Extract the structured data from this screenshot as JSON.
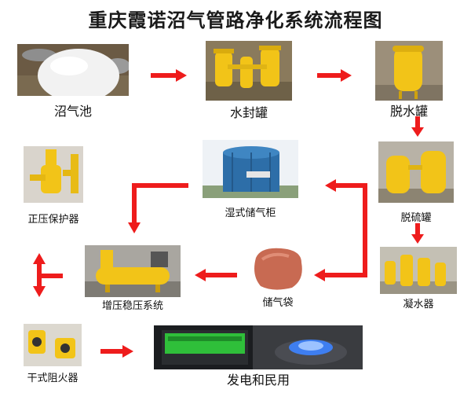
{
  "title": "重庆霞诺沼气管路净化系统流程图",
  "nodes": {
    "biogas_pit": "沼气池",
    "water_seal_tank": "水封罐",
    "dewater_tank": "脱水罐",
    "desulfur_tank": "脱硫罐",
    "condenser": "凝水器",
    "gas_bag": "储气袋",
    "wet_gas_holder": "湿式储气柜",
    "pressure_system": "增压稳压系统",
    "pressure_protector": "正压保护器",
    "dry_flame_arrester": "干式阻火器",
    "power_civil_use": "发电和民用"
  },
  "colors": {
    "arrow": "#ee1c1c",
    "tank_yellow": "#f2c418",
    "holder_blue": "#2d6ea8"
  }
}
